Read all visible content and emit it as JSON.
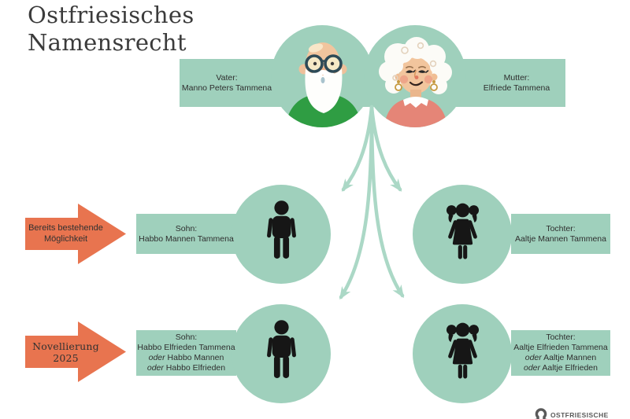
{
  "title": {
    "lines": [
      "Ostfriesisches",
      "Namensrecht"
    ]
  },
  "parents": {
    "father": {
      "label": "Vater:",
      "name": "Manno Peters Tammena",
      "icon": "elderly-man-avatar"
    },
    "mother": {
      "label": "Mutter:",
      "name": "Elfriede Tammena",
      "icon": "elderly-woman-avatar"
    }
  },
  "annotations": [
    {
      "lines": [
        "Bereits bestehende",
        "Möglichkeit"
      ]
    },
    {
      "lines": [
        "Novellierung",
        "2025"
      ]
    }
  ],
  "children": {
    "row1": {
      "son": {
        "label": "Sohn:",
        "lines": [
          "Habbo Mannen Tammena"
        ],
        "icon": "male-pictogram"
      },
      "daughter": {
        "label": "Tochter:",
        "lines": [
          "Aaltje Mannen Tammena"
        ],
        "icon": "female-pictogram"
      }
    },
    "row2": {
      "son": {
        "label": "Sohn:",
        "lines": [
          "Habbo Elfrieden Tammena",
          "oder Habbo Mannen",
          "oder Habbo Elfrieden"
        ],
        "icon": "male-pictogram"
      },
      "daughter": {
        "label": "Tochter:",
        "lines": [
          "Aaltje Elfrieden Tammena",
          "oder Aaltje Mannen",
          "oder Aaltje Elfrieden"
        ],
        "icon": "female-pictogram"
      }
    }
  },
  "footer": {
    "logo_text": "OSTFRIESISCHE"
  },
  "colors": {
    "mint": "#9fd0bc",
    "mint_arrow": "#abd8c6",
    "accent_orange": "#e8744f",
    "title_text": "#3b3b3b",
    "body_text": "#2e2e2e",
    "pictogram": "#161616",
    "logo_gray": "#5a5a5a"
  }
}
